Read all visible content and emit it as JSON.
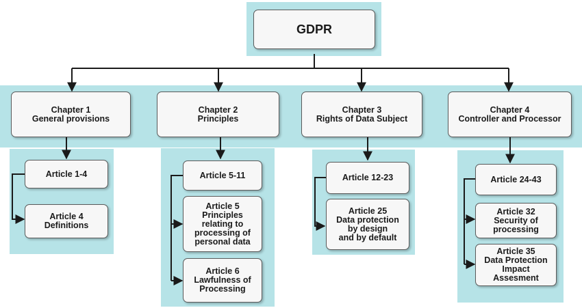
{
  "root": {
    "label": "GDPR"
  },
  "chapters": [
    {
      "line1": "Chapter 1",
      "line2": "General provisions"
    },
    {
      "line1": "Chapter 2",
      "line2": "Principles"
    },
    {
      "line1": "Chapter 3",
      "line2": "Rights of Data Subject"
    },
    {
      "line1": "Chapter 4",
      "line2": "Controller and Processor"
    }
  ],
  "articles": {
    "c1": [
      {
        "lines": [
          "Article 1-4"
        ]
      },
      {
        "lines": [
          "Article 4",
          "Definitions"
        ]
      }
    ],
    "c2": [
      {
        "lines": [
          "Article 5-11"
        ]
      },
      {
        "lines": [
          "Article 5",
          "Principles",
          "relating to",
          "processing of",
          "personal data"
        ]
      },
      {
        "lines": [
          "Article 6",
          "Lawfulness of",
          "Processing"
        ]
      }
    ],
    "c3": [
      {
        "lines": [
          "Article 12-23"
        ]
      },
      {
        "lines": [
          "Article 25",
          "Data protection",
          "by design",
          "and by default"
        ]
      }
    ],
    "c4": [
      {
        "lines": [
          "Article 24-43"
        ]
      },
      {
        "lines": [
          "Article 32",
          "Security of",
          "processing"
        ]
      },
      {
        "lines": [
          "Article 35",
          "Data Protection",
          "Impact",
          "Assesment"
        ]
      }
    ]
  },
  "colors": {
    "panel": "#b6e3e7",
    "box": "#f7f7f7",
    "line": "#1a1a1a"
  }
}
